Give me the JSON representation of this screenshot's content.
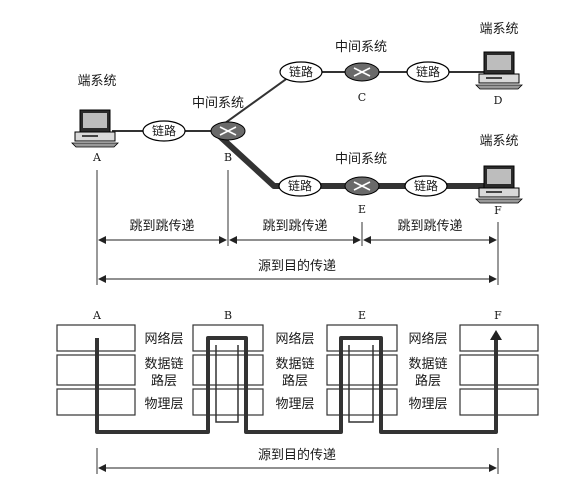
{
  "top": {
    "end_system_label": "端系统",
    "intermediate_label": "中间系统",
    "link_label": "链路",
    "nodes": {
      "A": "A",
      "B": "B",
      "C": "C",
      "D": "D",
      "E": "E",
      "F": "F"
    },
    "hop_label": "跳到跳传递",
    "source_dest_label": "源到目的传递"
  },
  "bottom": {
    "nodes": {
      "A": "A",
      "B": "B",
      "E": "E",
      "F": "F"
    },
    "layers": {
      "network": "网络层",
      "datalink_1": "数据链",
      "datalink_2": "路层",
      "physical": "物理层"
    },
    "source_dest_label": "源到目的传递"
  }
}
